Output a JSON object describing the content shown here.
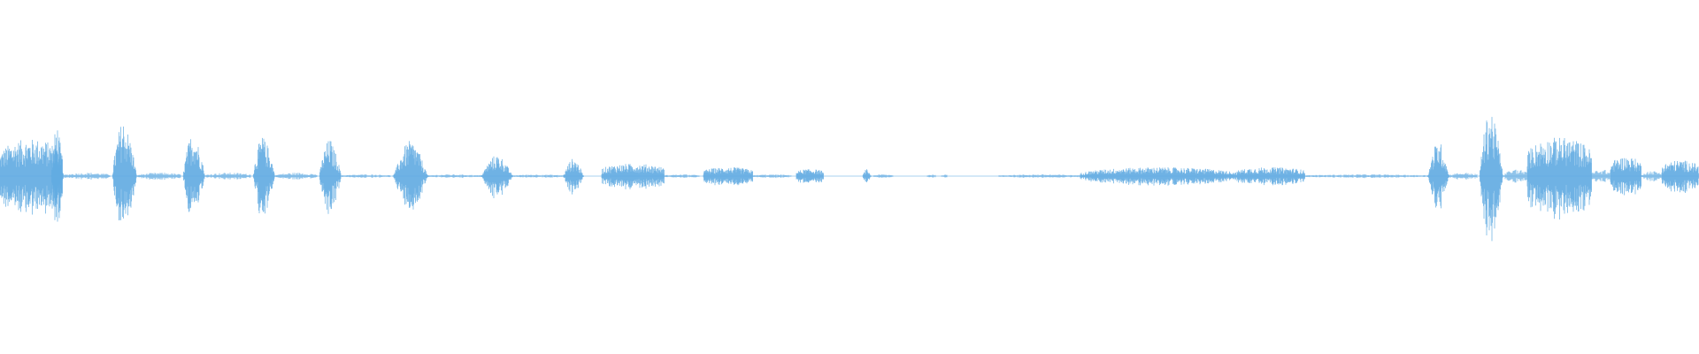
{
  "waveform": {
    "color": "#62ABE2",
    "background": "#FFFFFF",
    "icon": "audio-waveform",
    "segments": [
      {
        "start": 0.0,
        "end": 0.037,
        "peak": 0.21,
        "shape": "block"
      },
      {
        "start": 0.03,
        "end": 0.038,
        "peak": 0.29,
        "shape": "spike"
      },
      {
        "start": 0.038,
        "end": 0.065,
        "peak": 0.02,
        "shape": "tail"
      },
      {
        "start": 0.066,
        "end": 0.082,
        "peak": 0.32,
        "shape": "spike"
      },
      {
        "start": 0.082,
        "end": 0.107,
        "peak": 0.02,
        "shape": "tail"
      },
      {
        "start": 0.108,
        "end": 0.122,
        "peak": 0.25,
        "shape": "spike"
      },
      {
        "start": 0.122,
        "end": 0.148,
        "peak": 0.02,
        "shape": "tail"
      },
      {
        "start": 0.149,
        "end": 0.163,
        "peak": 0.23,
        "shape": "spike"
      },
      {
        "start": 0.163,
        "end": 0.187,
        "peak": 0.02,
        "shape": "tail"
      },
      {
        "start": 0.188,
        "end": 0.202,
        "peak": 0.21,
        "shape": "spike"
      },
      {
        "start": 0.202,
        "end": 0.23,
        "peak": 0.01,
        "shape": "tail"
      },
      {
        "start": 0.231,
        "end": 0.252,
        "peak": 0.2,
        "shape": "burst"
      },
      {
        "start": 0.252,
        "end": 0.283,
        "peak": 0.01,
        "shape": "tail"
      },
      {
        "start": 0.283,
        "end": 0.302,
        "peak": 0.12,
        "shape": "burst"
      },
      {
        "start": 0.302,
        "end": 0.331,
        "peak": 0.01,
        "shape": "tail"
      },
      {
        "start": 0.331,
        "end": 0.344,
        "peak": 0.1,
        "shape": "burst"
      },
      {
        "start": 0.354,
        "end": 0.391,
        "peak": 0.07,
        "shape": "block"
      },
      {
        "start": 0.391,
        "end": 0.412,
        "peak": 0.01,
        "shape": "tail"
      },
      {
        "start": 0.414,
        "end": 0.443,
        "peak": 0.05,
        "shape": "block"
      },
      {
        "start": 0.443,
        "end": 0.466,
        "peak": 0.01,
        "shape": "tail"
      },
      {
        "start": 0.469,
        "end": 0.485,
        "peak": 0.04,
        "shape": "block"
      },
      {
        "start": 0.508,
        "end": 0.513,
        "peak": 0.04,
        "shape": "spike"
      },
      {
        "start": 0.514,
        "end": 0.526,
        "peak": 0.01,
        "shape": "tail"
      },
      {
        "start": 0.546,
        "end": 0.551,
        "peak": 0.01,
        "shape": "tail"
      },
      {
        "start": 0.554,
        "end": 0.558,
        "peak": 0.01,
        "shape": "tail"
      },
      {
        "start": 0.588,
        "end": 0.636,
        "peak": 0.01,
        "shape": "tail"
      },
      {
        "start": 0.636,
        "end": 0.728,
        "peak": 0.05,
        "shape": "swell"
      },
      {
        "start": 0.728,
        "end": 0.768,
        "peak": 0.05,
        "shape": "block"
      },
      {
        "start": 0.768,
        "end": 0.84,
        "peak": 0.01,
        "shape": "tail"
      },
      {
        "start": 0.84,
        "end": 0.853,
        "peak": 0.2,
        "shape": "burst"
      },
      {
        "start": 0.853,
        "end": 0.87,
        "peak": 0.02,
        "shape": "tail"
      },
      {
        "start": 0.871,
        "end": 0.886,
        "peak": 0.38,
        "shape": "spike"
      },
      {
        "start": 0.886,
        "end": 0.899,
        "peak": 0.04,
        "shape": "tail"
      },
      {
        "start": 0.899,
        "end": 0.937,
        "peak": 0.22,
        "shape": "block"
      },
      {
        "start": 0.937,
        "end": 0.948,
        "peak": 0.04,
        "shape": "tail"
      },
      {
        "start": 0.948,
        "end": 0.966,
        "peak": 0.11,
        "shape": "block"
      },
      {
        "start": 0.966,
        "end": 0.978,
        "peak": 0.03,
        "shape": "tail"
      },
      {
        "start": 0.978,
        "end": 1.0,
        "peak": 0.09,
        "shape": "block"
      }
    ]
  }
}
